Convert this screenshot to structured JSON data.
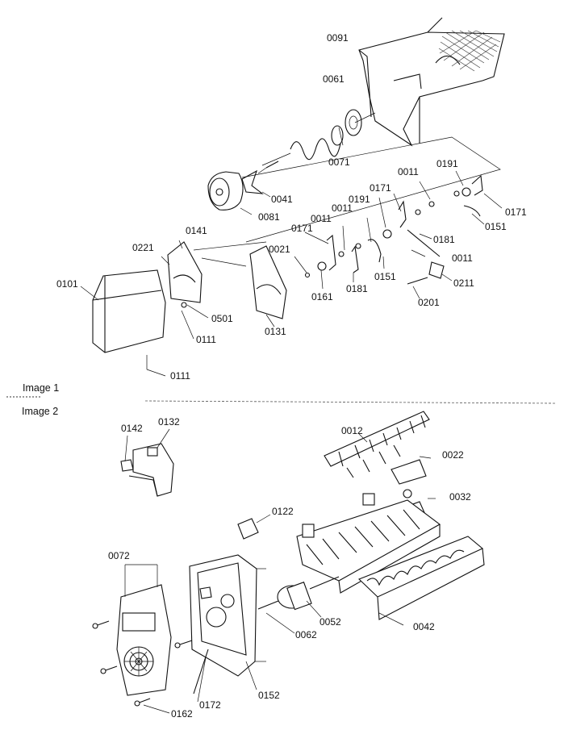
{
  "sections": [
    {
      "id": "s1",
      "title": "Image 1"
    },
    {
      "id": "s2",
      "title": "Image 2"
    }
  ],
  "labels": {
    "l0091": "0091",
    "l0061": "0061",
    "l0071": "0071",
    "l0041": "0041",
    "l0081": "0081",
    "l0011a": "0011",
    "l0191a": "0191",
    "l0171a": "0171",
    "l0171b": "0171",
    "l0191b": "0191",
    "l0011b": "0011",
    "l0151a": "0151",
    "l0181a": "0181",
    "l0011c": "0011",
    "l0011d": "0011",
    "l0171c": "0171",
    "l0021": "0021",
    "l0211": "0211",
    "l0151b": "0151",
    "l0181b": "0181",
    "l0161": "0161",
    "l0201": "0201",
    "l0141": "0141",
    "l0221": "0221",
    "l0101": "0101",
    "l0501": "0501",
    "l0131": "0131",
    "l0111a": "0111",
    "l0111b": "0111",
    "l0142": "0142",
    "l0132": "0132",
    "l0012": "0012",
    "l0022": "0022",
    "l0032": "0032",
    "l0122": "0122",
    "l0072": "0072",
    "l0052": "0052",
    "l0062": "0062",
    "l0042": "0042",
    "l0152": "0152",
    "l0172": "0172",
    "l0162": "0162"
  }
}
